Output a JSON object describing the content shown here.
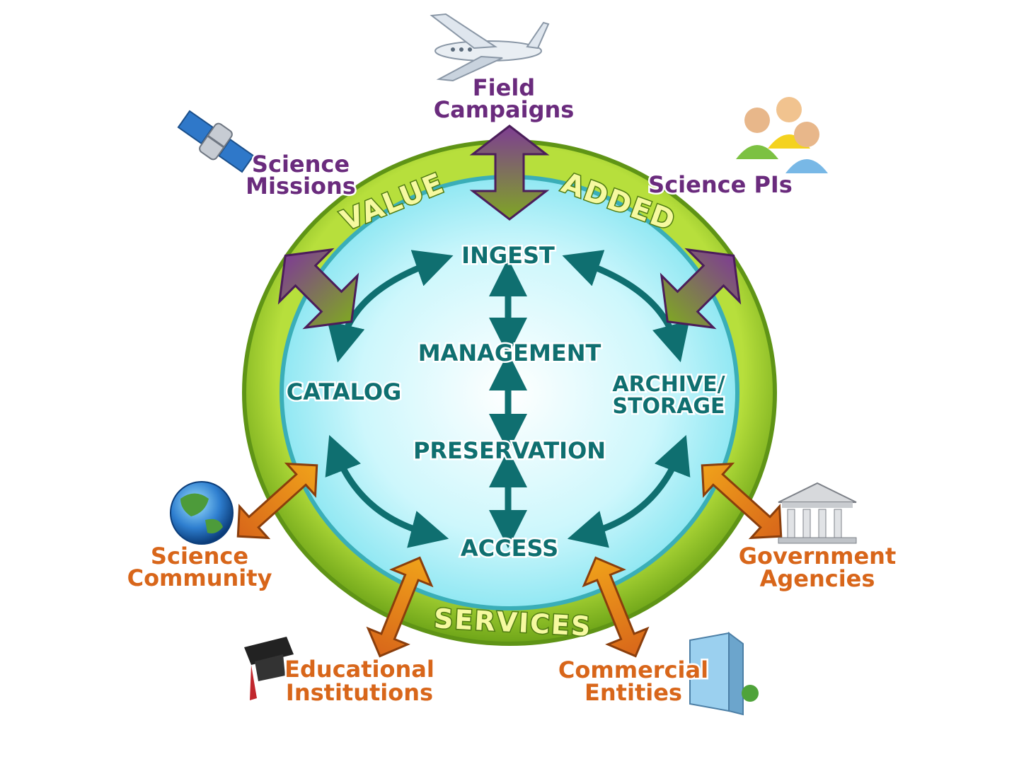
{
  "ring_words": {
    "value": "VALUE",
    "added": "ADDED",
    "services": "SERVICES"
  },
  "core": {
    "ingest": "INGEST",
    "management": "MANAGEMENT",
    "preservation": "PRESERVATION",
    "access": "ACCESS",
    "catalog": "CATALOG",
    "archive_line1": "ARCHIVE/",
    "archive_line2": "STORAGE"
  },
  "sources": {
    "field_line1": "Field",
    "field_line2": "Campaigns",
    "missions_line1": "Science",
    "missions_line2": "Missions",
    "pis": "Science PIs"
  },
  "users": {
    "community_line1": "Science",
    "community_line2": "Community",
    "edu_line1": "Educational",
    "edu_line2": "Institutions",
    "commercial_line1": "Commercial",
    "commercial_line2": "Entities",
    "gov_line1": "Government",
    "gov_line2": "Agencies"
  },
  "colors": {
    "ring_green": "#7fb31e",
    "inner_cyan": "#bff4fb",
    "teal_text": "#0f6f70",
    "purple": "#6a2b7d",
    "orange": "#d8661a"
  },
  "icons": {
    "airplane": "airplane-icon",
    "satellite": "satellite-icon",
    "people": "people-icon",
    "globe": "globe-icon",
    "graduation_cap": "graduation-cap-icon",
    "building": "office-building-icon",
    "government": "government-building-icon"
  }
}
